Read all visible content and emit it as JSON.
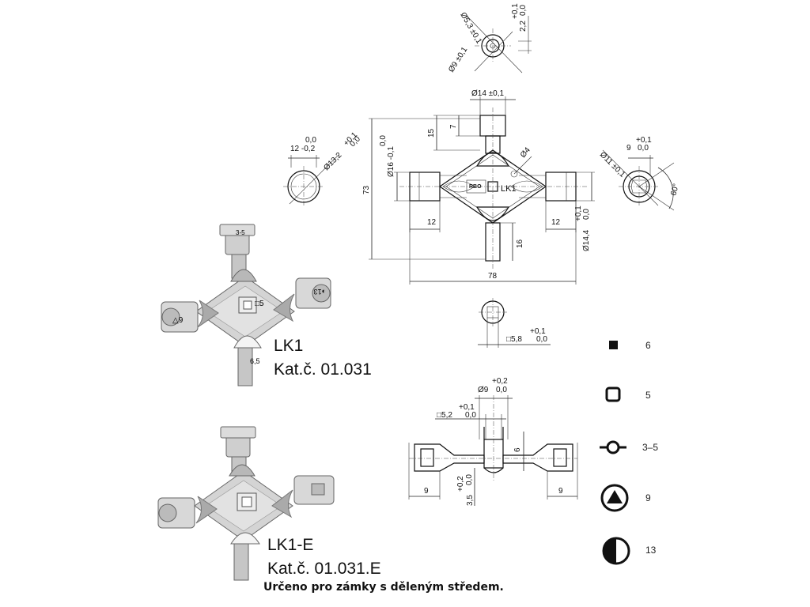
{
  "products": [
    {
      "name": "LK1",
      "catalog": "Kat.č. 01.031"
    },
    {
      "name": "LK1-E",
      "catalog": "Kat.č. 01.031.E"
    }
  ],
  "note": "Určeno pro zámky s děleným středem.",
  "key_marks": {
    "triangle": "△9",
    "square": "□5",
    "size_65": "6,5",
    "round": "3-5",
    "flat": "◑13"
  },
  "body_label": "LK1",
  "dimensions": {
    "top_d53": "Ø5,3 ±0,1",
    "top_d9": "Ø9 ±0,1",
    "top_22": "2,2",
    "top_22_tol": "+0,1",
    "top_22_tol2": "0,0",
    "d14": "Ø14 ±0,1",
    "h15": "15",
    "h7": "7",
    "d16": "Ø16 -0,1",
    "d16_tol": "0,0",
    "d4": "Ø4",
    "h73": "73",
    "l12_left": "12",
    "l12_right": "12",
    "h16": "16",
    "d144": "Ø14,4",
    "d144_tol": "+0,1",
    "d144_tol2": "0,0",
    "w78": "78",
    "l_12_02": "12 -0,2",
    "l_12_tol": "0,0",
    "d132": "Ø13,2",
    "d132_tol": "+0,1",
    "d132_tol2": "0,0",
    "d11": "Ø11 ±0,1",
    "r9": "9",
    "r9_tol": "+0,1",
    "r9_tol2": "0,0",
    "a60": "60°",
    "sq58": "□5,8",
    "sq58_tol": "+0,1",
    "sq58_tol2": "0,0",
    "sd9": "Ø9",
    "sd9_tol": "+0,2",
    "sd9_tol2": "0,0",
    "sq52": "□5,2",
    "sq52_tol": "+0,1",
    "sq52_tol2": "0,0",
    "s6": "6",
    "s35": "3,5",
    "s35_tol": "+0,2",
    "s35_tol2": "0,0",
    "s9_left": "9",
    "s9_right": "9"
  },
  "legend": [
    {
      "shape": "square-filled",
      "value": "6"
    },
    {
      "shape": "square-outline",
      "value": "5"
    },
    {
      "shape": "round-with-bar",
      "value": "3–5"
    },
    {
      "shape": "triangle-in-circle",
      "value": "9"
    },
    {
      "shape": "half-circle",
      "value": "13"
    }
  ]
}
